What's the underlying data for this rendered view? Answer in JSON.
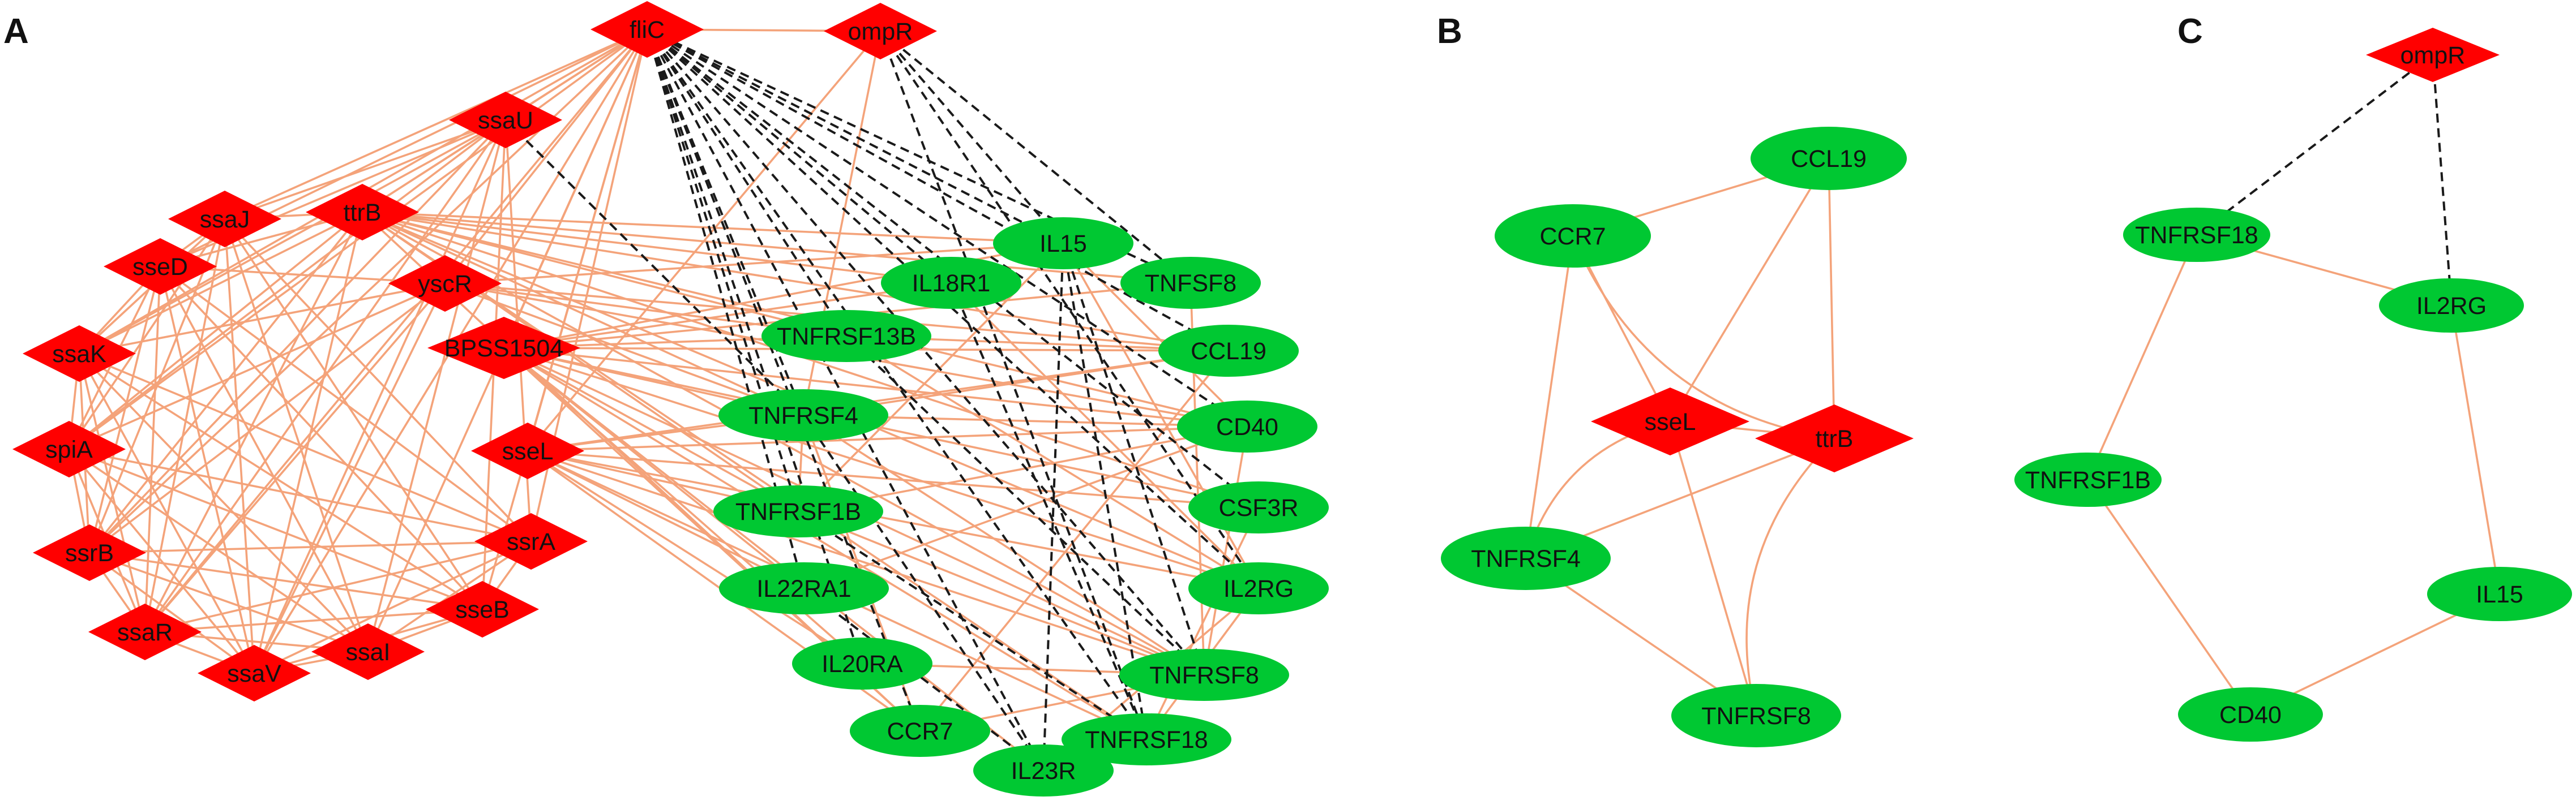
{
  "colors": {
    "bacterial_node": "#ff0000",
    "host_node": "#00c832",
    "solid_edge": "#f4a37a",
    "dashed_edge": "#1a1a1a"
  },
  "panels": [
    {
      "id": "A",
      "label": "A",
      "nodes": [
        {
          "id": "fliC",
          "label": "fliC",
          "shape": "diamond",
          "kind": "bacterial"
        },
        {
          "id": "ompR",
          "label": "ompR",
          "shape": "diamond",
          "kind": "bacterial"
        },
        {
          "id": "ssaU",
          "label": "ssaU",
          "shape": "diamond",
          "kind": "bacterial"
        },
        {
          "id": "ssaJ",
          "label": "ssaJ",
          "shape": "diamond",
          "kind": "bacterial"
        },
        {
          "id": "ttrB",
          "label": "ttrB",
          "shape": "diamond",
          "kind": "bacterial"
        },
        {
          "id": "sseD",
          "label": "sseD",
          "shape": "diamond",
          "kind": "bacterial"
        },
        {
          "id": "yscR",
          "label": "yscR",
          "shape": "diamond",
          "kind": "bacterial"
        },
        {
          "id": "ssaK",
          "label": "ssaK",
          "shape": "diamond",
          "kind": "bacterial"
        },
        {
          "id": "BPSS1504",
          "label": "BPSS1504",
          "shape": "diamond",
          "kind": "bacterial"
        },
        {
          "id": "spiA",
          "label": "spiA",
          "shape": "diamond",
          "kind": "bacterial"
        },
        {
          "id": "sseL",
          "label": "sseL",
          "shape": "diamond",
          "kind": "bacterial"
        },
        {
          "id": "ssrB",
          "label": "ssrB",
          "shape": "diamond",
          "kind": "bacterial"
        },
        {
          "id": "ssrA",
          "label": "ssrA",
          "shape": "diamond",
          "kind": "bacterial"
        },
        {
          "id": "ssaR",
          "label": "ssaR",
          "shape": "diamond",
          "kind": "bacterial"
        },
        {
          "id": "sseB",
          "label": "sseB",
          "shape": "diamond",
          "kind": "bacterial"
        },
        {
          "id": "ssaV",
          "label": "ssaV",
          "shape": "diamond",
          "kind": "bacterial"
        },
        {
          "id": "ssaI",
          "label": "ssaI",
          "shape": "diamond",
          "kind": "bacterial"
        },
        {
          "id": "IL15",
          "label": "IL15",
          "shape": "ellipse",
          "kind": "host"
        },
        {
          "id": "IL18R1",
          "label": "IL18R1",
          "shape": "ellipse",
          "kind": "host"
        },
        {
          "id": "TNFSF8",
          "label": "TNFSF8",
          "shape": "ellipse",
          "kind": "host"
        },
        {
          "id": "TNFRSF13B",
          "label": "TNFRSF13B",
          "shape": "ellipse",
          "kind": "host"
        },
        {
          "id": "CCL19",
          "label": "CCL19",
          "shape": "ellipse",
          "kind": "host"
        },
        {
          "id": "TNFRSF4",
          "label": "TNFRSF4",
          "shape": "ellipse",
          "kind": "host"
        },
        {
          "id": "CD40",
          "label": "CD40",
          "shape": "ellipse",
          "kind": "host"
        },
        {
          "id": "CSF3R",
          "label": "CSF3R",
          "shape": "ellipse",
          "kind": "host"
        },
        {
          "id": "TNFRSF1B",
          "label": "TNFRSF1B",
          "shape": "ellipse",
          "kind": "host"
        },
        {
          "id": "IL2RG",
          "label": "IL2RG",
          "shape": "ellipse",
          "kind": "host"
        },
        {
          "id": "IL22RA1",
          "label": "IL22RA1",
          "shape": "ellipse",
          "kind": "host"
        },
        {
          "id": "IL20RA",
          "label": "IL20RA",
          "shape": "ellipse",
          "kind": "host"
        },
        {
          "id": "TNFRSF8",
          "label": "TNFRSF8",
          "shape": "ellipse",
          "kind": "host"
        },
        {
          "id": "CCR7",
          "label": "CCR7",
          "shape": "ellipse",
          "kind": "host"
        },
        {
          "id": "TNFRSF18",
          "label": "TNFRSF18",
          "shape": "ellipse",
          "kind": "host"
        },
        {
          "id": "IL23R",
          "label": "IL23R",
          "shape": "ellipse",
          "kind": "host"
        }
      ],
      "dashed_edges": [
        [
          "fliC",
          "IL15"
        ],
        [
          "fliC",
          "IL18R1"
        ],
        [
          "fliC",
          "TNFSF8"
        ],
        [
          "fliC",
          "TNFRSF13B"
        ],
        [
          "fliC",
          "TNFRSF4"
        ],
        [
          "fliC",
          "TNFRSF1B"
        ],
        [
          "fliC",
          "IL22RA1"
        ],
        [
          "fliC",
          "IL20RA"
        ],
        [
          "fliC",
          "CCR7"
        ],
        [
          "fliC",
          "IL23R"
        ],
        [
          "fliC",
          "TNFRSF18"
        ],
        [
          "fliC",
          "TNFRSF8"
        ],
        [
          "fliC",
          "IL2RG"
        ],
        [
          "fliC",
          "CSF3R"
        ],
        [
          "fliC",
          "CD40"
        ],
        [
          "fliC",
          "CCL19"
        ],
        [
          "ompR",
          "IL15"
        ],
        [
          "ompR",
          "TNFRSF18"
        ],
        [
          "ompR",
          "IL2RG"
        ],
        [
          "ompR",
          "TNFSF8"
        ],
        [
          "ssaU",
          "TNFRSF4"
        ],
        [
          "IL15",
          "TNFRSF8"
        ],
        [
          "IL15",
          "TNFRSF18"
        ],
        [
          "IL15",
          "IL23R"
        ],
        [
          "IL18R1",
          "TNFRSF18"
        ],
        [
          "TNFRSF13B",
          "TNFRSF8"
        ],
        [
          "TNFRSF4",
          "IL23R"
        ],
        [
          "TNFRSF1B",
          "TNFRSF18"
        ],
        [
          "IL22RA1",
          "IL23R"
        ]
      ],
      "solid_edges": [
        [
          "fliC",
          "ompR"
        ],
        [
          "fliC",
          "ssaU"
        ],
        [
          "fliC",
          "ssaJ"
        ],
        [
          "fliC",
          "ttrB"
        ],
        [
          "fliC",
          "sseD"
        ],
        [
          "fliC",
          "yscR"
        ],
        [
          "fliC",
          "ssaK"
        ],
        [
          "fliC",
          "BPSS1504"
        ],
        [
          "fliC",
          "spiA"
        ],
        [
          "fliC",
          "sseL"
        ],
        [
          "fliC",
          "ssrB"
        ],
        [
          "fliC",
          "ssrA"
        ],
        [
          "fliC",
          "ssaR"
        ],
        [
          "fliC",
          "sseB"
        ],
        [
          "fliC",
          "ssaV"
        ],
        [
          "fliC",
          "ssaI"
        ],
        [
          "ompR",
          "sseL"
        ],
        [
          "ompR",
          "TNFRSF4"
        ],
        [
          "ssaU",
          "ssaJ"
        ],
        [
          "ssaU",
          "ttrB"
        ],
        [
          "ssaU",
          "sseD"
        ],
        [
          "ssaU",
          "ssaK"
        ],
        [
          "ssaU",
          "spiA"
        ],
        [
          "ssaU",
          "ssrB"
        ],
        [
          "ssaU",
          "ssaR"
        ],
        [
          "ssaU",
          "ssaV"
        ],
        [
          "ssaU",
          "ssaI"
        ],
        [
          "ssaU",
          "sseB"
        ],
        [
          "ssaU",
          "ssrA"
        ],
        [
          "ssaJ",
          "sseD"
        ],
        [
          "ssaJ",
          "ssaK"
        ],
        [
          "ssaJ",
          "spiA"
        ],
        [
          "ssaJ",
          "ssrB"
        ],
        [
          "ssaJ",
          "ssaR"
        ],
        [
          "ssaJ",
          "ssaV"
        ],
        [
          "ssaJ",
          "ssaI"
        ],
        [
          "ssaJ",
          "sseB"
        ],
        [
          "ssaJ",
          "ssrA"
        ],
        [
          "ssaJ",
          "ttrB"
        ],
        [
          "sseD",
          "ssaK"
        ],
        [
          "sseD",
          "spiA"
        ],
        [
          "sseD",
          "ssrB"
        ],
        [
          "sseD",
          "ssaR"
        ],
        [
          "sseD",
          "ssaV"
        ],
        [
          "sseD",
          "ssaI"
        ],
        [
          "sseD",
          "sseB"
        ],
        [
          "sseD",
          "ssrA"
        ],
        [
          "ssaK",
          "spiA"
        ],
        [
          "ssaK",
          "ssrB"
        ],
        [
          "ssaK",
          "ssaR"
        ],
        [
          "ssaK",
          "ssaV"
        ],
        [
          "ssaK",
          "ssaI"
        ],
        [
          "ssaK",
          "sseB"
        ],
        [
          "ssaK",
          "ssrA"
        ],
        [
          "spiA",
          "ssrB"
        ],
        [
          "spiA",
          "ssaR"
        ],
        [
          "spiA",
          "ssaV"
        ],
        [
          "spiA",
          "ssaI"
        ],
        [
          "spiA",
          "sseB"
        ],
        [
          "spiA",
          "ssrA"
        ],
        [
          "ssrB",
          "ssaR"
        ],
        [
          "ssrB",
          "ssaV"
        ],
        [
          "ssrB",
          "ssaI"
        ],
        [
          "ssrB",
          "sseB"
        ],
        [
          "ssrB",
          "ssrA"
        ],
        [
          "ssaR",
          "ssaV"
        ],
        [
          "ssaR",
          "ssaI"
        ],
        [
          "ssaR",
          "sseB"
        ],
        [
          "ssaR",
          "ssrA"
        ],
        [
          "ssaV",
          "ssaI"
        ],
        [
          "ssaV",
          "sseB"
        ],
        [
          "ssaV",
          "ssrA"
        ],
        [
          "ssaI",
          "sseB"
        ],
        [
          "ssaI",
          "ssrA"
        ],
        [
          "sseB",
          "ssrA"
        ],
        [
          "ttrB",
          "sseD"
        ],
        [
          "ttrB",
          "ssaK"
        ],
        [
          "ttrB",
          "spiA"
        ],
        [
          "ttrB",
          "ssrB"
        ],
        [
          "ttrB",
          "ssaR"
        ],
        [
          "ttrB",
          "ssaV"
        ],
        [
          "ttrB",
          "IL15"
        ],
        [
          "ttrB",
          "IL18R1"
        ],
        [
          "ttrB",
          "TNFSF8"
        ],
        [
          "ttrB",
          "TNFRSF13B"
        ],
        [
          "ttrB",
          "CCL19"
        ],
        [
          "ttrB",
          "TNFRSF4"
        ],
        [
          "ttrB",
          "CD40"
        ],
        [
          "ttrB",
          "CSF3R"
        ],
        [
          "ttrB",
          "TNFRSF1B"
        ],
        [
          "ttrB",
          "IL2RG"
        ],
        [
          "ttrB",
          "TNFRSF8"
        ],
        [
          "ttrB",
          "TNFRSF18"
        ],
        [
          "ttrB",
          "CCR7"
        ],
        [
          "yscR",
          "sseD"
        ],
        [
          "yscR",
          "ssaK"
        ],
        [
          "yscR",
          "spiA"
        ],
        [
          "yscR",
          "ssrB"
        ],
        [
          "yscR",
          "ssaR"
        ],
        [
          "yscR",
          "ssaV"
        ],
        [
          "yscR",
          "TNFRSF13B"
        ],
        [
          "yscR",
          "TNFRSF4"
        ],
        [
          "yscR",
          "CCL19"
        ],
        [
          "yscR",
          "CD40"
        ],
        [
          "yscR",
          "IL15"
        ],
        [
          "BPSS1504",
          "IL15"
        ],
        [
          "BPSS1504",
          "IL18R1"
        ],
        [
          "BPSS1504",
          "TNFSF8"
        ],
        [
          "BPSS1504",
          "TNFRSF13B"
        ],
        [
          "BPSS1504",
          "CCL19"
        ],
        [
          "BPSS1504",
          "TNFRSF4"
        ],
        [
          "BPSS1504",
          "CD40"
        ],
        [
          "BPSS1504",
          "CSF3R"
        ],
        [
          "BPSS1504",
          "TNFRSF1B"
        ],
        [
          "BPSS1504",
          "IL2RG"
        ],
        [
          "BPSS1504",
          "IL22RA1"
        ],
        [
          "BPSS1504",
          "IL20RA"
        ],
        [
          "BPSS1504",
          "TNFRSF8"
        ],
        [
          "BPSS1504",
          "CCR7"
        ],
        [
          "BPSS1504",
          "TNFRSF18"
        ],
        [
          "BPSS1504",
          "IL23R"
        ],
        [
          "sseL",
          "TNFRSF4"
        ],
        [
          "sseL",
          "TNFRSF8"
        ],
        [
          "sseL",
          "CCR7"
        ],
        [
          "sseL",
          "TNFRSF1B"
        ],
        [
          "sseL",
          "IL22RA1"
        ],
        [
          "sseL",
          "IL20RA"
        ],
        [
          "sseL",
          "TNFRSF18"
        ],
        [
          "sseL",
          "IL2RG"
        ],
        [
          "sseL",
          "CD40"
        ],
        [
          "sseL",
          "CSF3R"
        ],
        [
          "sseL",
          "CCL19"
        ],
        [
          "TNFRSF4",
          "CCL19"
        ],
        [
          "TNFRSF4",
          "CD40"
        ],
        [
          "TNFRSF4",
          "TNFRSF8"
        ],
        [
          "TNFRSF4",
          "CCR7"
        ],
        [
          "TNFRSF4",
          "TNFRSF1B"
        ],
        [
          "TNFRSF1B",
          "CD40"
        ],
        [
          "TNFRSF1B",
          "IL15"
        ],
        [
          "TNFRSF1B",
          "TNFRSF8"
        ],
        [
          "IL2RG",
          "IL15"
        ],
        [
          "IL2RG",
          "TNFRSF18"
        ],
        [
          "IL2RG",
          "TNFRSF13B"
        ],
        [
          "CCR7",
          "CCL19"
        ],
        [
          "CCR7",
          "TNFRSF8"
        ],
        [
          "IL15",
          "CD40"
        ],
        [
          "CCL19",
          "TNFRSF13B"
        ],
        [
          "TNFRSF8",
          "CD40"
        ],
        [
          "IL23R",
          "IL2RG"
        ],
        [
          "TNFRSF18",
          "CSF3R"
        ],
        [
          "IL18R1",
          "IL2RG"
        ],
        [
          "IL20RA",
          "TNFRSF8"
        ],
        [
          "IL22RA1",
          "CD40"
        ],
        [
          "TNFSF8",
          "TNFRSF8"
        ]
      ]
    },
    {
      "id": "B",
      "label": "B",
      "nodes": [
        {
          "id": "CCL19",
          "label": "CCL19",
          "shape": "ellipse",
          "kind": "host"
        },
        {
          "id": "CCR7",
          "label": "CCR7",
          "shape": "ellipse",
          "kind": "host"
        },
        {
          "id": "sseL",
          "label": "sseL",
          "shape": "diamond",
          "kind": "bacterial"
        },
        {
          "id": "ttrB",
          "label": "ttrB",
          "shape": "diamond",
          "kind": "bacterial"
        },
        {
          "id": "TNFRSF4",
          "label": "TNFRSF4",
          "shape": "ellipse",
          "kind": "host"
        },
        {
          "id": "TNFRSF8",
          "label": "TNFRSF8",
          "shape": "ellipse",
          "kind": "host"
        }
      ],
      "dashed_edges": [],
      "solid_edges": [
        [
          "CCL19",
          "CCR7"
        ],
        [
          "CCL19",
          "sseL"
        ],
        [
          "CCL19",
          "ttrB"
        ],
        [
          "CCR7",
          "sseL"
        ],
        [
          "CCR7",
          "TNFRSF4"
        ],
        [
          "CCR7",
          "ttrB"
        ],
        [
          "sseL",
          "ttrB"
        ],
        [
          "sseL",
          "TNFRSF4"
        ],
        [
          "sseL",
          "TNFRSF8"
        ],
        [
          "ttrB",
          "TNFRSF4"
        ],
        [
          "ttrB",
          "TNFRSF8"
        ],
        [
          "TNFRSF4",
          "TNFRSF8"
        ]
      ]
    },
    {
      "id": "C",
      "label": "C",
      "nodes": [
        {
          "id": "ompR",
          "label": "ompR",
          "shape": "diamond",
          "kind": "bacterial"
        },
        {
          "id": "TNFRSF18",
          "label": "TNFRSF18",
          "shape": "ellipse",
          "kind": "host"
        },
        {
          "id": "IL2RG",
          "label": "IL2RG",
          "shape": "ellipse",
          "kind": "host"
        },
        {
          "id": "TNFRSF1B",
          "label": "TNFRSF1B",
          "shape": "ellipse",
          "kind": "host"
        },
        {
          "id": "IL15",
          "label": "IL15",
          "shape": "ellipse",
          "kind": "host"
        },
        {
          "id": "CD40",
          "label": "CD40",
          "shape": "ellipse",
          "kind": "host"
        }
      ],
      "dashed_edges": [
        [
          "ompR",
          "TNFRSF18"
        ],
        [
          "ompR",
          "IL2RG"
        ]
      ],
      "solid_edges": [
        [
          "TNFRSF18",
          "IL2RG"
        ],
        [
          "TNFRSF18",
          "TNFRSF1B"
        ],
        [
          "TNFRSF1B",
          "CD40"
        ],
        [
          "CD40",
          "IL15"
        ],
        [
          "IL15",
          "IL2RG"
        ]
      ]
    }
  ]
}
